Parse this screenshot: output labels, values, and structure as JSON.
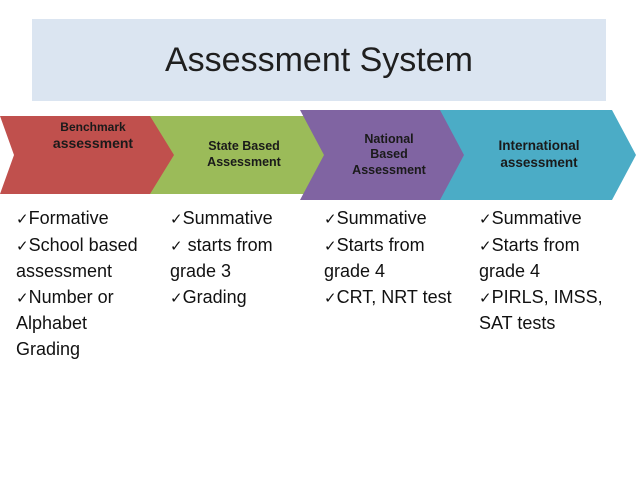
{
  "title": "Assessment System",
  "colors": {
    "title_band": "#dbe5f1",
    "stage1": "#c0504d",
    "stage2": "#9bbb59",
    "stage3": "#8064a2",
    "stage4": "#4bacc6"
  },
  "icons": {
    "check": "check-icon"
  },
  "stages": [
    {
      "line1": "Benchmark",
      "line2": "assessment",
      "line3": ""
    },
    {
      "line1": "State Based",
      "line2": "Assessment",
      "line3": ""
    },
    {
      "line1": "National",
      "line2": "Based",
      "line3": "Assessment"
    },
    {
      "line1": "International",
      "line2": "assessment",
      "line3": ""
    }
  ],
  "columns": [
    {
      "items": [
        "Formative",
        "School based assessment",
        "Number or Alphabet Grading"
      ]
    },
    {
      "items": [
        "Summative",
        " starts from grade 3",
        "Grading"
      ]
    },
    {
      "items": [
        "Summative",
        "Starts from grade 4",
        "CRT, NRT test"
      ]
    },
    {
      "items": [
        "Summative",
        "Starts from grade 4",
        "PIRLS, IMSS, SAT tests"
      ]
    }
  ]
}
